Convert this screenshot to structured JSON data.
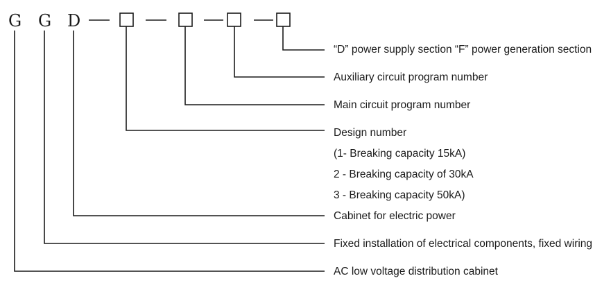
{
  "code": {
    "letters": [
      "G",
      "G",
      "D"
    ]
  },
  "descriptions": {
    "section": "“D” power supply section “F” power generation section",
    "auxiliary": "Auxiliary circuit program number",
    "main": "Main circuit program number",
    "design": "Design number",
    "capacity_1": "(1- Breaking capacity 15kA)",
    "capacity_2": "2 - Breaking capacity of 30kA",
    "capacity_3": "3 - Breaking capacity 50kA)",
    "cabinet_power": "Cabinet for electric power",
    "fixed_installation": "Fixed installation of electrical components, fixed wiring",
    "ac_cabinet": "AC low voltage distribution cabinet"
  }
}
